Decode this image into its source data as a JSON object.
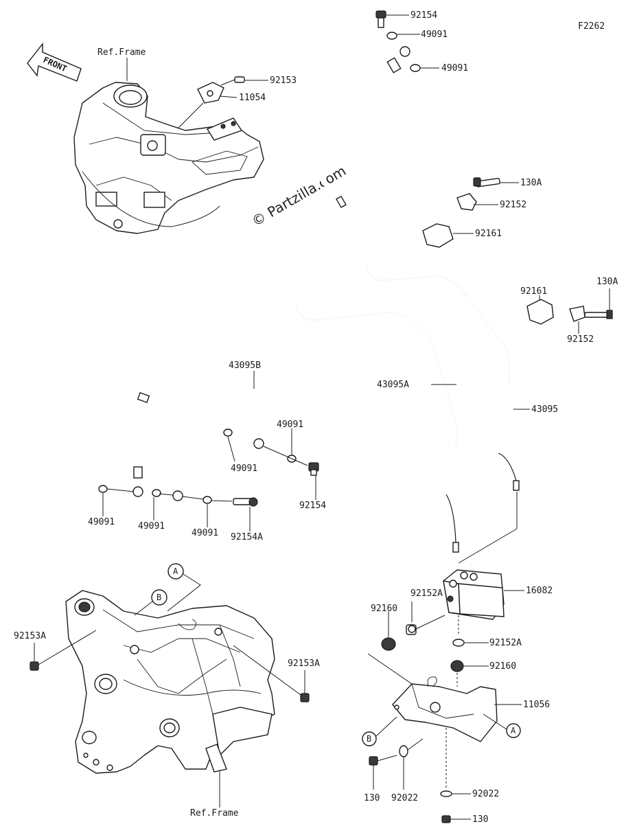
{
  "figure_code": "F2262",
  "watermark": "© Partzilla.com",
  "front_arrow_text": "FRONT",
  "ref_frame_top": "Ref.Frame",
  "ref_frame_bottom": "Ref.Frame",
  "callouts": {
    "circle_a_frame": "A",
    "circle_b_frame": "B",
    "circle_a_bracket": "A",
    "circle_b_bracket": "B"
  },
  "parts": [
    {
      "id": "p-92154-top",
      "number": "92154"
    },
    {
      "id": "p-49091-top1",
      "number": "49091"
    },
    {
      "id": "p-49091-top2",
      "number": "49091"
    },
    {
      "id": "p-92153",
      "number": "92153"
    },
    {
      "id": "p-11054",
      "number": "11054"
    },
    {
      "id": "p-130A-a",
      "number": "130A"
    },
    {
      "id": "p-92152-a",
      "number": "92152"
    },
    {
      "id": "p-92161-a",
      "number": "92161"
    },
    {
      "id": "p-92161-b",
      "number": "92161"
    },
    {
      "id": "p-130A-b",
      "number": "130A"
    },
    {
      "id": "p-92152-b",
      "number": "92152"
    },
    {
      "id": "p-43095B",
      "number": "43095B"
    },
    {
      "id": "p-43095A",
      "number": "43095A"
    },
    {
      "id": "p-43095",
      "number": "43095"
    },
    {
      "id": "p-49091-mid1",
      "number": "49091"
    },
    {
      "id": "p-49091-mid2",
      "number": "49091"
    },
    {
      "id": "p-92154-mid",
      "number": "92154"
    },
    {
      "id": "p-49091-low1",
      "number": "49091"
    },
    {
      "id": "p-49091-low2",
      "number": "49091"
    },
    {
      "id": "p-49091-low3",
      "number": "49091"
    },
    {
      "id": "p-92154A",
      "number": "92154A"
    },
    {
      "id": "p-16082",
      "number": "16082"
    },
    {
      "id": "p-92152A-a",
      "number": "92152A"
    },
    {
      "id": "p-92160-a",
      "number": "92160"
    },
    {
      "id": "p-92152A-b",
      "number": "92152A"
    },
    {
      "id": "p-92160-b",
      "number": "92160"
    },
    {
      "id": "p-92153A-a",
      "number": "92153A"
    },
    {
      "id": "p-92153A-b",
      "number": "92153A"
    },
    {
      "id": "p-11056",
      "number": "11056"
    },
    {
      "id": "p-130-a",
      "number": "130"
    },
    {
      "id": "p-92022-a",
      "number": "92022"
    },
    {
      "id": "p-92022-b",
      "number": "92022"
    },
    {
      "id": "p-130-b",
      "number": "130"
    }
  ]
}
